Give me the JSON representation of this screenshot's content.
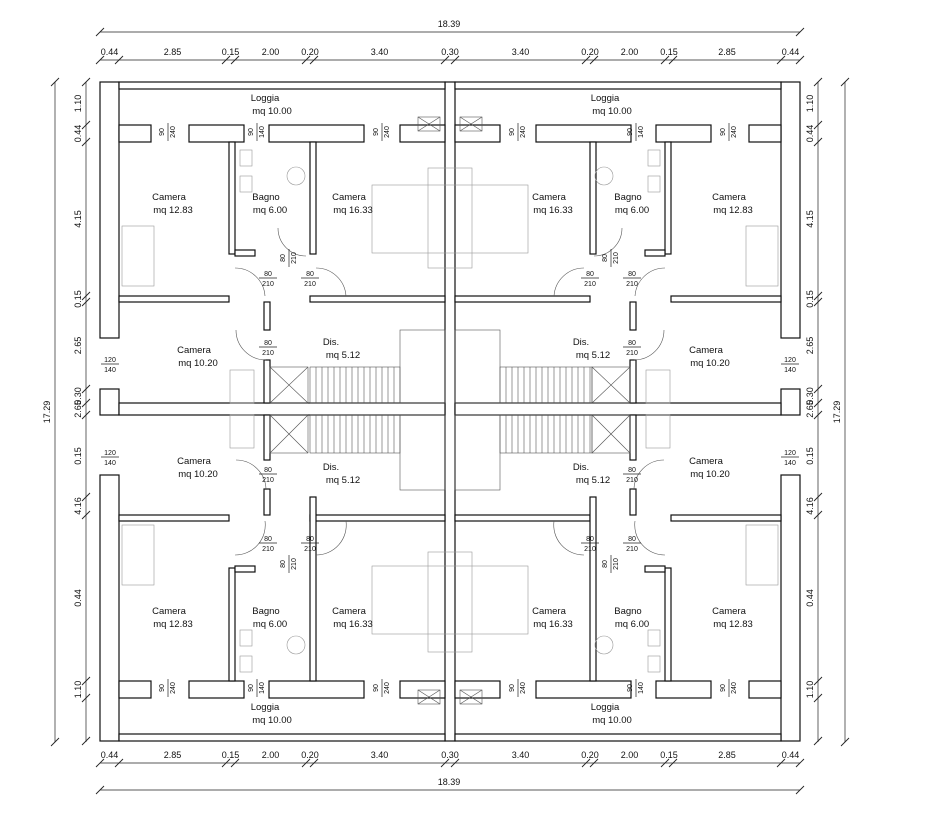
{
  "dimensions": {
    "total_width": "18.39",
    "total_height": "17.29",
    "horizontal_segments": [
      "0.44",
      "2.85",
      "0.15",
      "2.00",
      "0.20",
      "3.40",
      "0.30",
      "3.40",
      "0.20",
      "2.00",
      "0.15",
      "2.85",
      "0.44"
    ],
    "vertical_segments_left": [
      "1.10",
      "0.44",
      "4.15",
      "0.15",
      "2.65",
      "0.30",
      "2.65",
      "0.15",
      "4.16",
      "0.44",
      "1.10"
    ],
    "vertical_segments_right": [
      "1.10",
      "0.44",
      "4.15",
      "0.15",
      "2.65",
      "0.30",
      "2.65",
      "0.15",
      "4.16",
      "0.44",
      "1.10"
    ]
  },
  "rooms": {
    "loggia": {
      "name": "Loggia",
      "area": "mq 10.00"
    },
    "camera_small": {
      "name": "Camera",
      "area": "mq 12.83"
    },
    "bagno": {
      "name": "Bagno",
      "area": "mq 6.00"
    },
    "camera_large": {
      "name": "Camera",
      "area": "mq 16.33"
    },
    "camera_mid": {
      "name": "Camera",
      "area": "mq 10.20"
    },
    "dis": {
      "name": "Dis.",
      "area": "mq 5.12"
    }
  },
  "openings": {
    "window_90_240": {
      "w": "90",
      "h": "240"
    },
    "window_90_140": {
      "w": "90",
      "h": "140"
    },
    "window_120_140": {
      "w": "120",
      "h": "140"
    },
    "door_80_210": {
      "w": "80",
      "h": "210"
    }
  }
}
